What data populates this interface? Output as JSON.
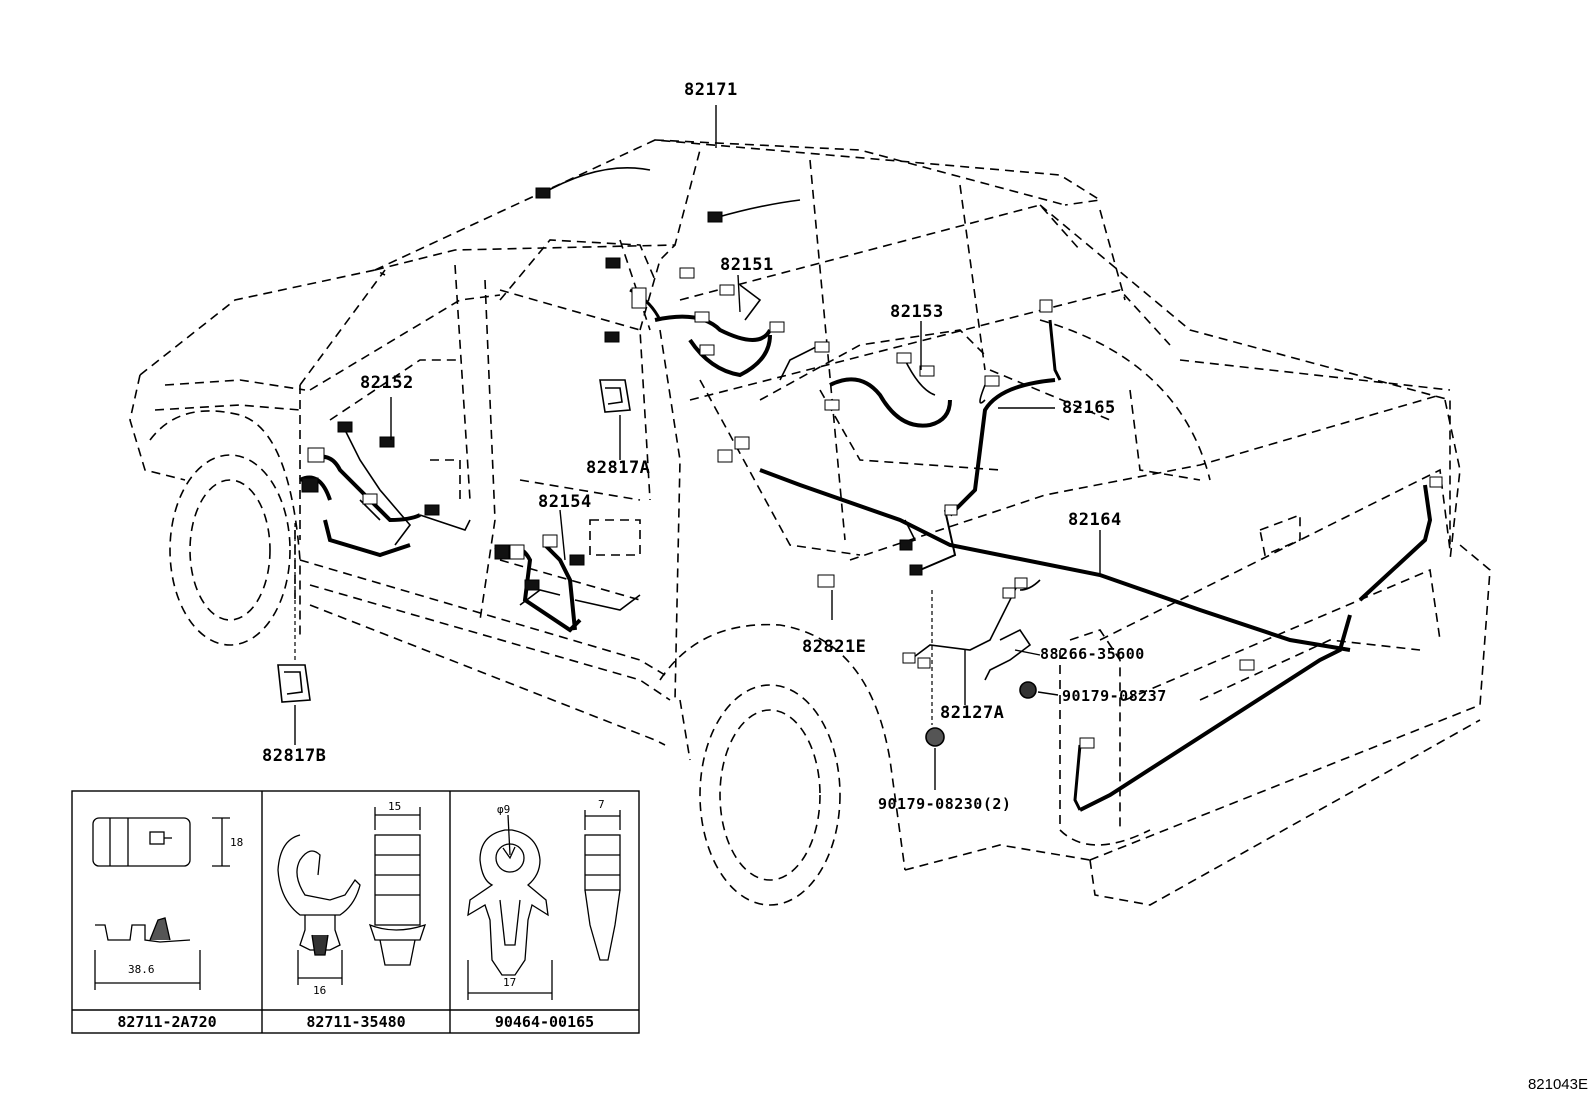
{
  "callouts": {
    "p82171": "82171",
    "p82151": "82151",
    "p82153": "82153",
    "p82152": "82152",
    "p82165": "82165",
    "p82817A": "82817A",
    "p82154": "82154",
    "p82164": "82164",
    "p82821E": "82821E",
    "p88266": "88266-35600",
    "p90179_08237": "90179-08237",
    "p82127A": "82127A",
    "p90179_08230": "90179-08230(2)",
    "p82817B": "82817B"
  },
  "detail_table": {
    "cells": [
      {
        "part": "82711-2A720",
        "dims": [
          "18",
          "38.6"
        ]
      },
      {
        "part": "82711-35480",
        "dims": [
          "15",
          "16"
        ]
      },
      {
        "part": "90464-00165",
        "dims": [
          "φ9",
          "7",
          "17"
        ]
      }
    ]
  },
  "catalog_code": "821043E"
}
